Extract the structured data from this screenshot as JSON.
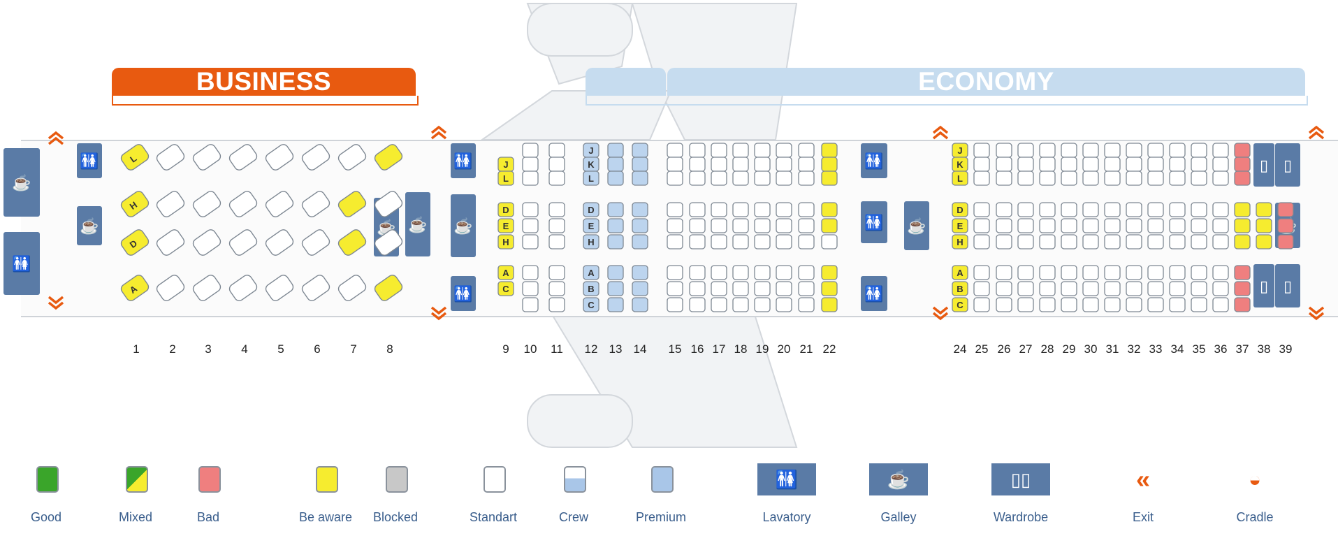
{
  "sections": {
    "business": "BUSINESS",
    "economy": "ECONOMY"
  },
  "business_rows": [
    "1",
    "2",
    "3",
    "4",
    "5",
    "6",
    "7",
    "8"
  ],
  "economy_rows": [
    "9",
    "10",
    "11",
    "12",
    "13",
    "14",
    "15",
    "16",
    "17",
    "18",
    "19",
    "20",
    "21",
    "22",
    "24",
    "25",
    "26",
    "27",
    "28",
    "29",
    "30",
    "31",
    "32",
    "33",
    "34",
    "35",
    "36",
    "37",
    "38",
    "39"
  ],
  "seat_letters": {
    "business_left": [
      "L"
    ],
    "business_mid": [
      "H",
      "D"
    ],
    "business_right": [
      "A"
    ],
    "row9_top": [
      "J",
      "L"
    ],
    "row9_mid": [
      "D",
      "E",
      "H"
    ],
    "row9_bot": [
      "A",
      "C"
    ],
    "row12_top": [
      "J",
      "K",
      "L"
    ],
    "row12_mid": [
      "D",
      "E",
      "H"
    ],
    "row12_bot": [
      "A",
      "B",
      "C"
    ],
    "row24_top": [
      "J",
      "K",
      "L"
    ],
    "row24_mid": [
      "D",
      "E",
      "H"
    ],
    "row24_bot": [
      "A",
      "B",
      "C"
    ]
  },
  "legend": [
    {
      "label": "Good",
      "color": "#3aa52a"
    },
    {
      "label": "Mixed",
      "color": "#8cc63f"
    },
    {
      "label": "Bad",
      "color": "#ef7f7f"
    },
    {
      "label": "Be aware",
      "color": "#f6ec2f"
    },
    {
      "label": "Blocked",
      "color": "#c8c8c8"
    },
    {
      "label": "Standart",
      "color": "#ffffff"
    },
    {
      "label": "Crew",
      "color": "#a9c6e8"
    },
    {
      "label": "Premium",
      "color": "#a9c6e8"
    },
    {
      "label": "Lavatory",
      "color": "#5a7ba6"
    },
    {
      "label": "Galley",
      "color": "#5a7ba6"
    },
    {
      "label": "Wardrobe",
      "color": "#5a7ba6"
    },
    {
      "label": "Exit",
      "color": "#e85a10"
    },
    {
      "label": "Cradle",
      "color": "#e85a10"
    }
  ],
  "colors": {
    "business": "#e85a10",
    "economy": "#c6dcef",
    "be_aware": "#f6ec2f",
    "bad": "#ef7f7f",
    "premium": "#bcd4ee",
    "facility": "#5a7ba6",
    "exit": "#e85a10"
  }
}
